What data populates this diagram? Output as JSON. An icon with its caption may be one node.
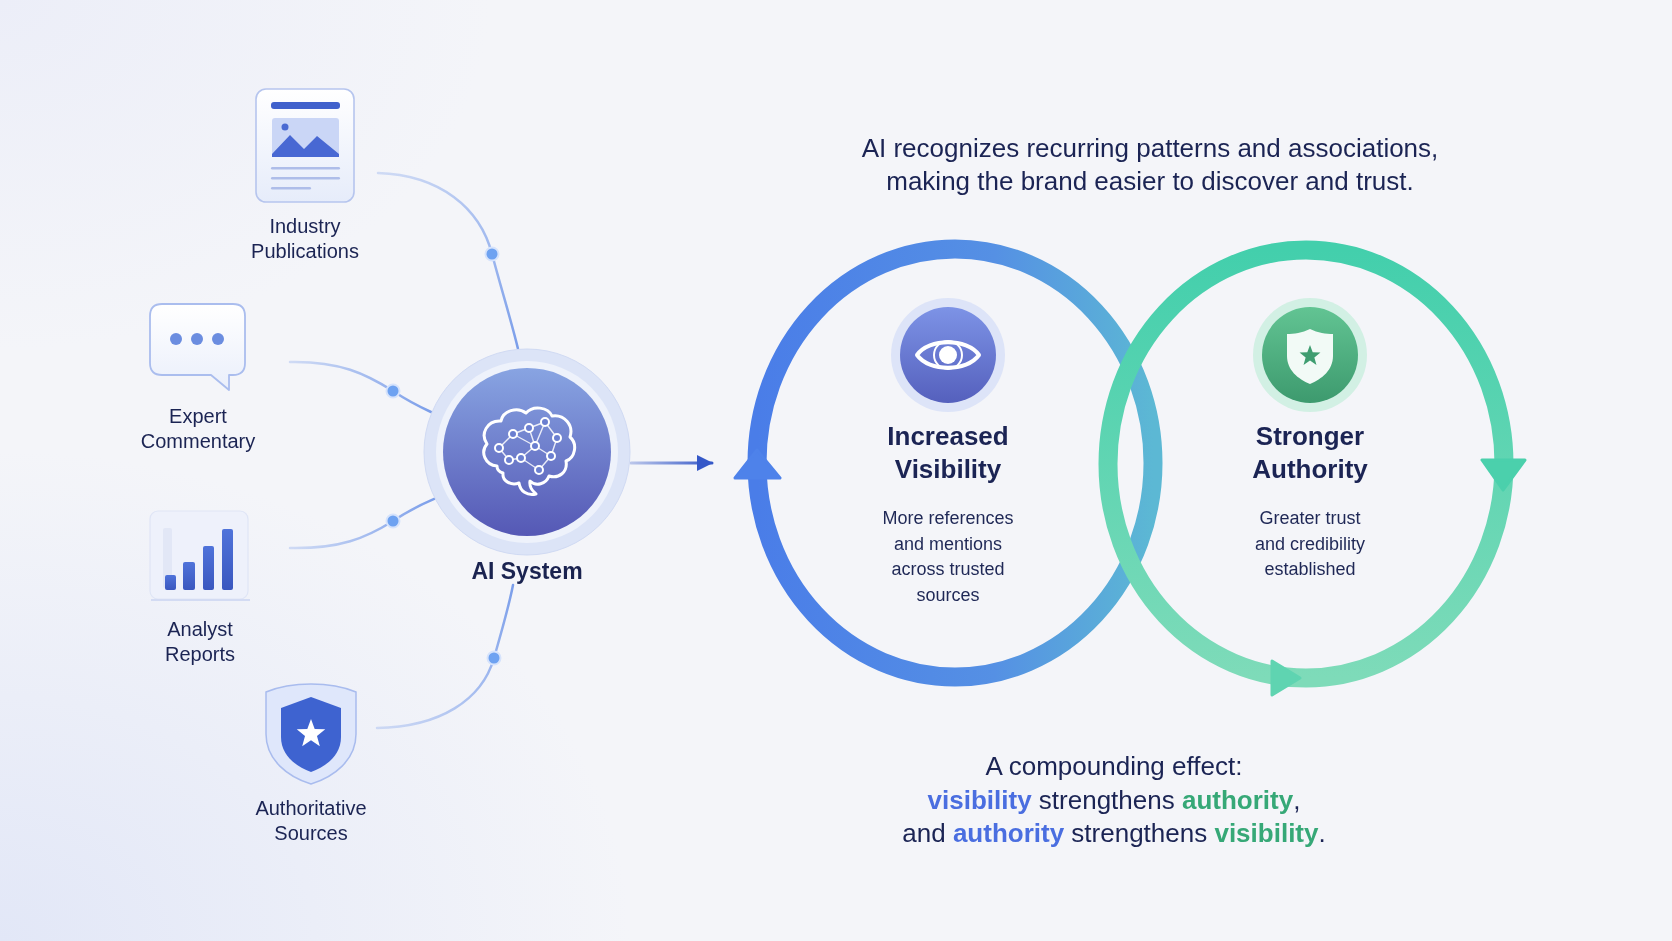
{
  "diagram": {
    "title": "AI recognizes recurring patterns and associations, making the brand easier to discover and trust.",
    "nodes": [
      {
        "text": [
          "Industry Publications"
        ]
      },
      {
        "text": [
          "Expert Commentary"
        ]
      },
      {
        "text": [
          "Analyst Reports"
        ]
      },
      {
        "text": [
          "Authoritative Sources"
        ]
      },
      {
        "text": [
          "AI System"
        ]
      },
      {
        "text": [
          "Increased Visibility",
          "More references and mentions across trusted sources"
        ]
      },
      {
        "text": [
          "Stronger Authority",
          "Greater trust and credibility established"
        ]
      }
    ],
    "edges": [
      {
        "from": 0,
        "to": 4,
        "arrow": "none"
      },
      {
        "from": 1,
        "to": 4,
        "arrow": "none"
      },
      {
        "from": 2,
        "to": 4,
        "arrow": "none"
      },
      {
        "from": 3,
        "to": 4,
        "arrow": "none"
      },
      {
        "from": 4,
        "to": 5,
        "arrow": "to",
        "color": "#3558c8"
      }
    ],
    "labels": [
      "A compounding effect:",
      "**visibility** strengthens **authority**,",
      "and **authority** strengthens **visibility**."
    ]
  }
}
